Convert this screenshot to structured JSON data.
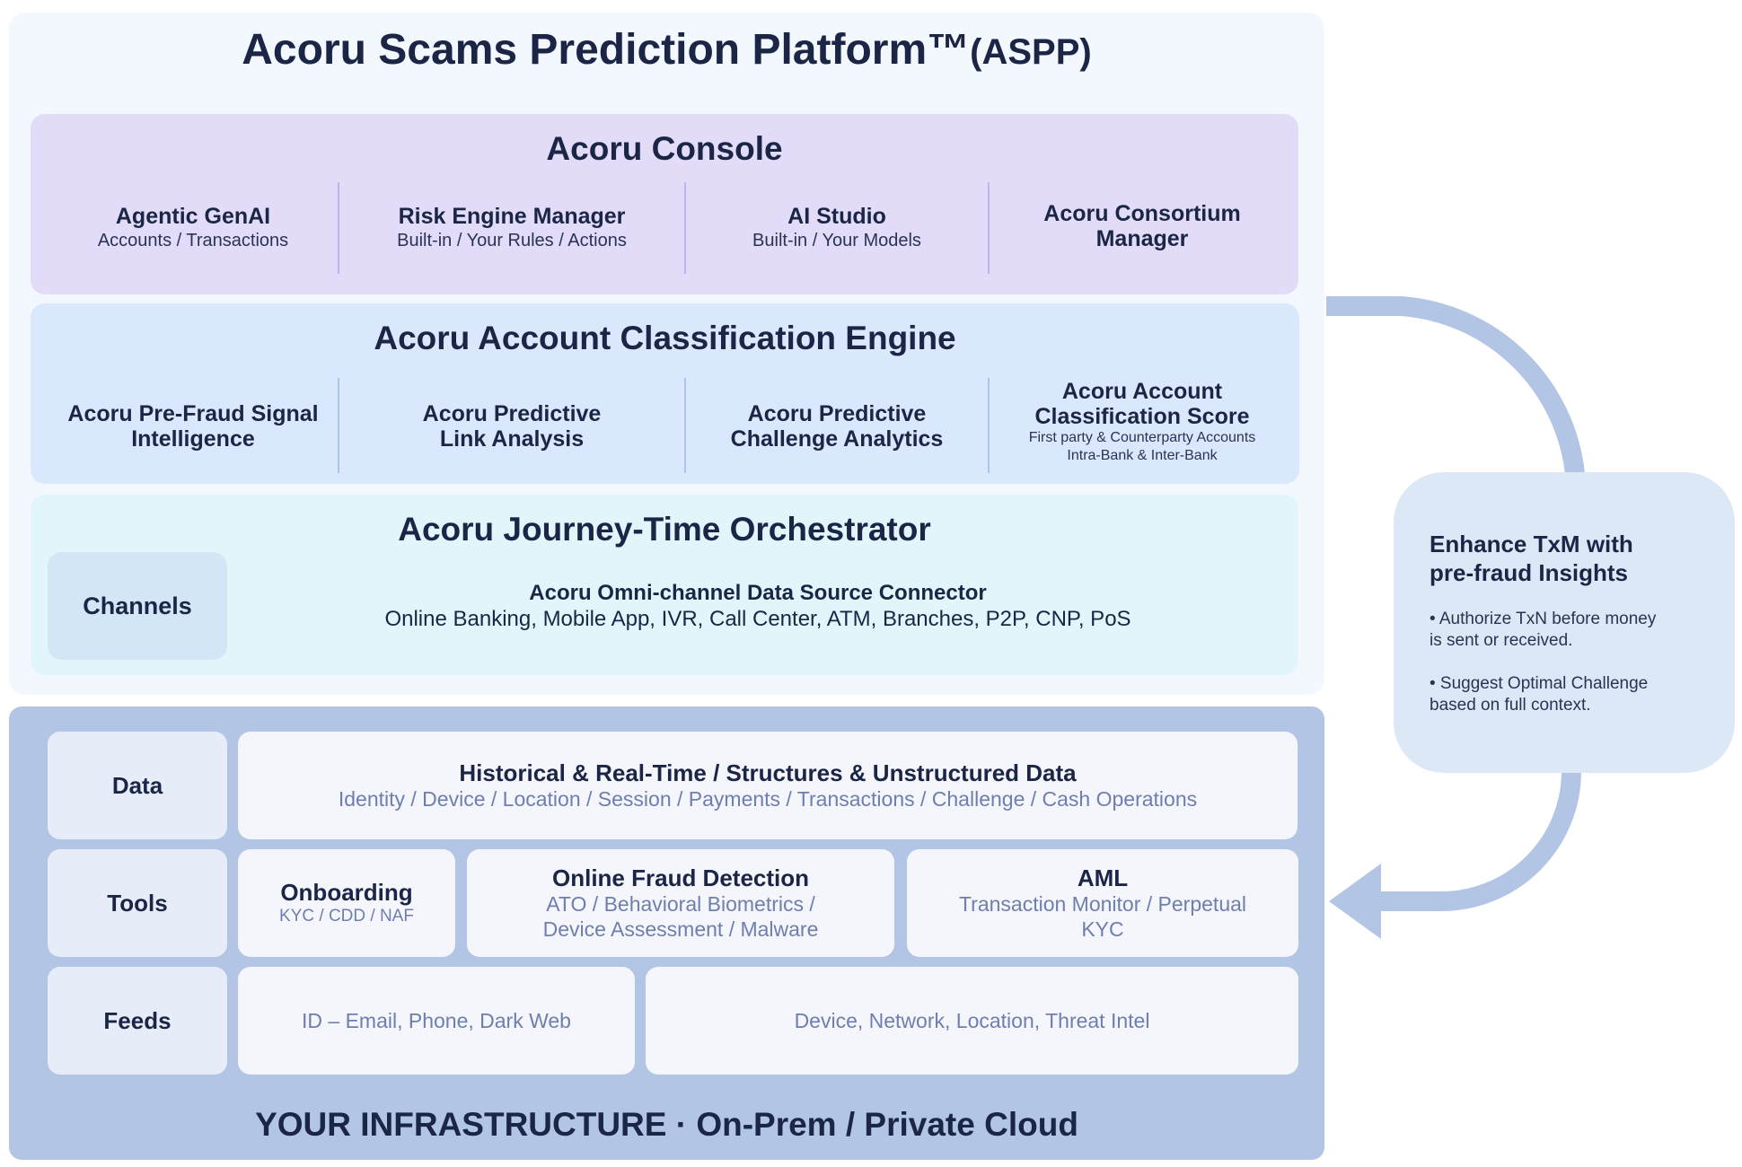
{
  "platform": {
    "title": "Acoru Scams Prediction Platform™",
    "title_suffix": "(ASPP)"
  },
  "console": {
    "title": "Acoru Console",
    "items": [
      {
        "title": "Agentic GenAI",
        "sub": "Accounts / Transactions"
      },
      {
        "title": "Risk Engine Manager",
        "sub": "Built-in / Your Rules / Actions"
      },
      {
        "title": "AI Studio",
        "sub": "Built-in / Your Models"
      },
      {
        "title_line1": "Acoru Consortium",
        "title_line2": "Manager"
      }
    ]
  },
  "ace": {
    "title": "Acoru Account Classification Engine",
    "items": [
      {
        "title_line1": "Acoru Pre-Fraud Signal",
        "title_line2": "Intelligence"
      },
      {
        "title_line1": "Acoru Predictive",
        "title_line2": "Link Analysis"
      },
      {
        "title_line1": "Acoru Predictive",
        "title_line2": "Challenge Analytics"
      },
      {
        "title_line1": "Acoru Account",
        "title_line2": "Classification Score",
        "sub_line1": "First party & Counterparty Accounts",
        "sub_line2": "Intra-Bank & Inter-Bank"
      }
    ]
  },
  "jto": {
    "title": "Acoru Journey-Time Orchestrator",
    "channels_label": "Channels",
    "connector_title": "Acoru Omni-channel Data Source Connector",
    "connector_sub": "Online Banking, Mobile App, IVR, Call Center, ATM, Branches, P2P, CNP, PoS"
  },
  "infra": {
    "rows": {
      "data": {
        "label": "Data",
        "title": "Historical & Real-Time / Structures & Unstructured Data",
        "sub": "Identity / Device / Location / Session /  Payments / Transactions / Challenge / Cash Operations"
      },
      "tools": {
        "label": "Tools",
        "onboarding": {
          "title": "Onboarding",
          "sub": "KYC / CDD / NAF"
        },
        "ofd": {
          "title": "Online Fraud Detection",
          "sub_line1": "ATO / Behavioral Biometrics /",
          "sub_line2": "Device Assessment / Malware"
        },
        "aml": {
          "title": "AML",
          "sub_line1": "Transaction Monitor / Perpetual",
          "sub_line2": "KYC"
        }
      },
      "feeds": {
        "label": "Feeds",
        "id_feed": "ID – Email, Phone, Dark Web",
        "device_feed": "Device, Network, Location, Threat Intel"
      }
    },
    "footer": "YOUR INFRASTRUCTURE · On-Prem / Private Cloud"
  },
  "enhance": {
    "title_line1": "Enhance TxM with",
    "title_line2": "pre-fraud Insights",
    "bullet1_line1": "• Authorize TxN before money",
    "bullet1_line2": "is sent or received.",
    "bullet2_line1": "• Suggest Optimal Challenge",
    "bullet2_line2": "based on full context."
  },
  "colors": {
    "navy_text": "#1b2546",
    "console_bg": "#e2dcf9",
    "engine_bg": "#d9e8fc",
    "orchestrator_bg": "#e2f5fb",
    "infra_bg": "#b3c5e5",
    "arrow": "#b3c5e5",
    "muted_text": "#6e7fae"
  }
}
